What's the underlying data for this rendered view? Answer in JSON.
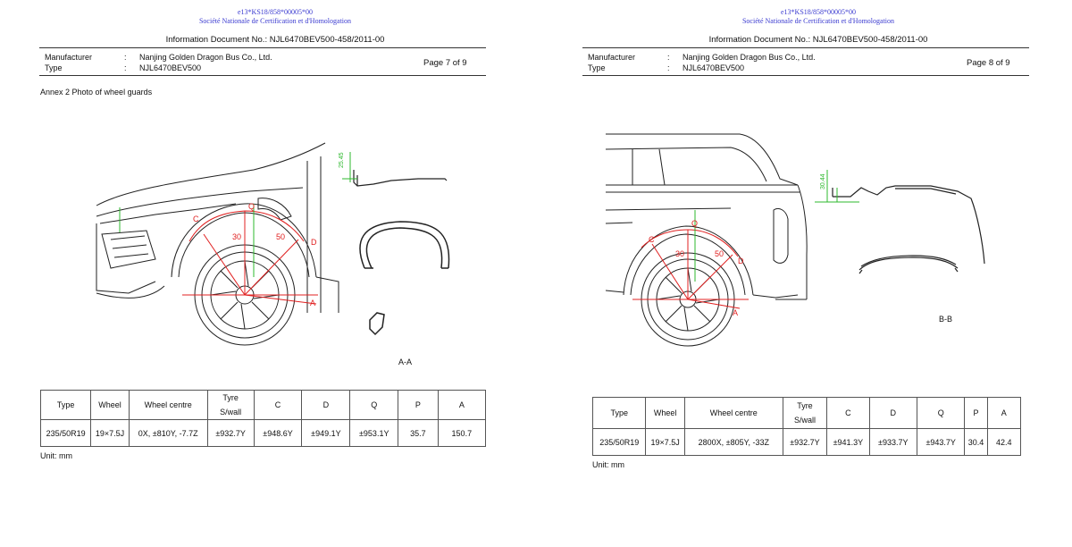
{
  "pages": [
    {
      "cert_line1": "e13*KS18/858*00005*00",
      "cert_line2": "Société Nationale de Certification et d'Homologation",
      "info_doc": "Information Document No.: NJL6470BEV500-458/2011-00",
      "manufacturer_label": "Manufacturer",
      "manufacturer_value": "Nanjing Golden Dragon Bus Co., Ltd.",
      "type_label": "Type",
      "type_value": "NJL6470BEV500",
      "colon": ":",
      "page_number": "Page 7 of 9",
      "annex_title": "Annex 2 Photo of wheel guards",
      "section_label": "A-A",
      "drawing_labels": [
        "C",
        "D",
        "Q",
        "A",
        "30",
        "50",
        "25.45"
      ],
      "table": {
        "headers": [
          "Type",
          "Wheel",
          "Wheel centre",
          "Tyre\nS/wall",
          "C",
          "D",
          "Q",
          "P",
          "A"
        ],
        "rows": [
          [
            "235/50R19",
            "19×7.5J",
            "0X, ±810Y, -7.7Z",
            "±932.7Y",
            "±948.6Y",
            "±949.1Y",
            "±953.1Y",
            "35.7",
            "150.7"
          ]
        ]
      },
      "unit": "Unit: mm"
    },
    {
      "cert_line1": "e13*KS18/858*00005*00",
      "cert_line2": "Société Nationale de Certification et d'Homologation",
      "info_doc": "Information Document No.: NJL6470BEV500-458/2011-00",
      "manufacturer_label": "Manufacturer",
      "manufacturer_value": "Nanjing Golden Dragon Bus Co., Ltd.",
      "type_label": "Type",
      "type_value": "NJL6470BEV500",
      "colon": ":",
      "page_number": "Page 8 of 9",
      "section_label": "B-B",
      "drawing_labels": [
        "C",
        "D",
        "Q",
        "A",
        "30",
        "50",
        "30.44"
      ],
      "table": {
        "headers": [
          "Type",
          "Wheel",
          "Wheel centre",
          "Tyre\nS/wall",
          "C",
          "D",
          "Q",
          "P",
          "A"
        ],
        "rows": [
          [
            "235/50R19",
            "19×7.5J",
            "2800X, ±805Y, -33Z",
            "±932.7Y",
            "±941.3Y",
            "±933.7Y",
            "±943.7Y",
            "30.4",
            "42.4"
          ]
        ]
      },
      "unit": "Unit: mm"
    }
  ],
  "colors": {
    "cert_blue": "#3a3ad0",
    "guard_red": "#e02020",
    "section_green": "#2db82d"
  }
}
